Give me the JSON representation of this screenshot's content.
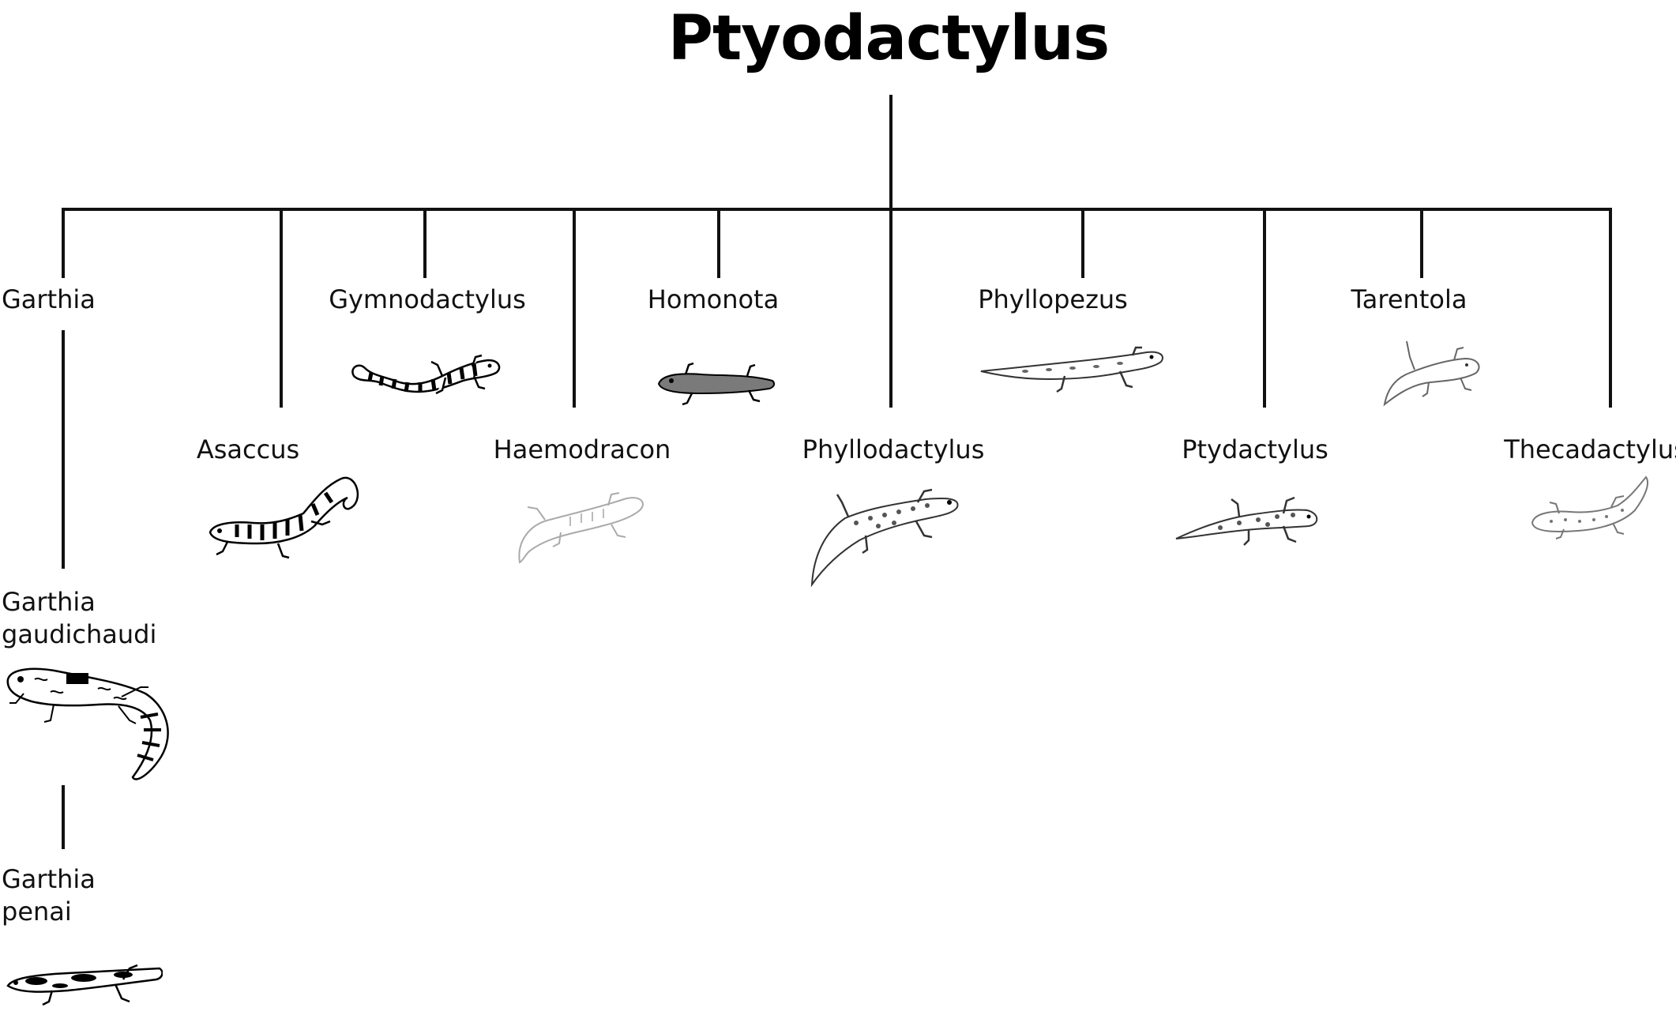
{
  "title": "Ptyodactylus",
  "genera": {
    "garthia": "Garthia",
    "gymnodactylus": "Gymnodactylus",
    "homonota": "Homonota",
    "phyllopezus": "Phyllopezus",
    "tarentola": "Tarentola",
    "asaccus": "Asaccus",
    "haemodracon": "Haemodracon",
    "phyllodactylus": "Phyllodactylus",
    "ptydactylus": "Ptydactylus",
    "thecadactylus": "Thecadactylus"
  },
  "species": {
    "garthia_gaudichaudi": {
      "line1": "Garthia",
      "line2": "gaudichaudi"
    },
    "garthia_penai": {
      "line1": "Garthia",
      "line2": "penai"
    }
  },
  "colors": {
    "line": "#111111",
    "text": "#111111",
    "gecko_dark": "#000000",
    "gecko_gray": "#888888",
    "gecko_light": "#b5b5b5"
  }
}
